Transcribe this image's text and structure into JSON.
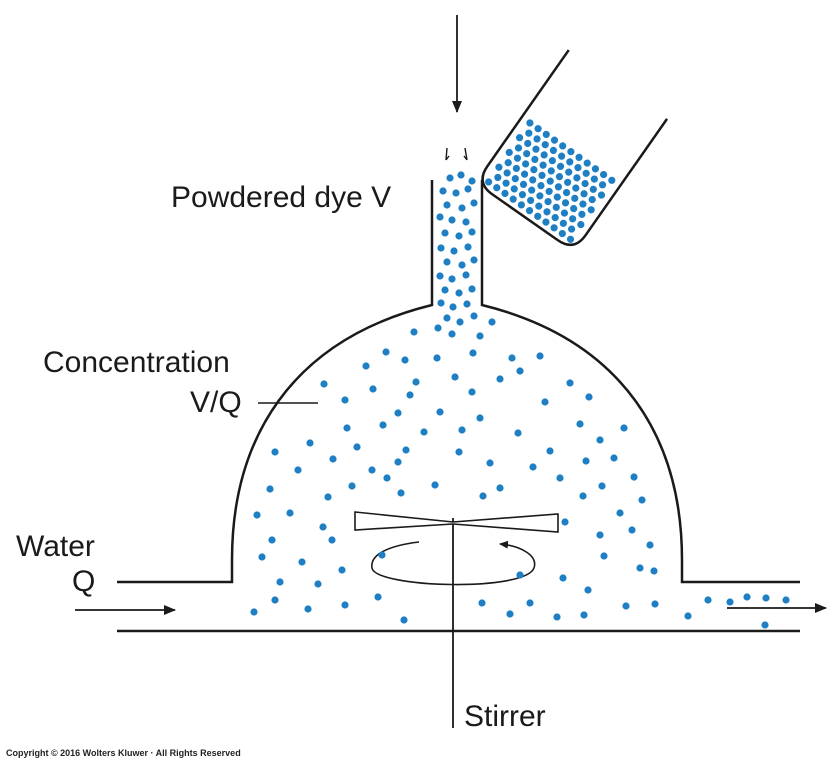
{
  "labels": {
    "powdered_dye": "Powdered dye V",
    "concentration": "Concentration",
    "concentration_ratio": "V/Q",
    "water": "Water",
    "water_flow": "Q",
    "stirrer": "Stirrer"
  },
  "copyright": "Copyright © 2016 Wolters Kluwer · All Rights Reserved",
  "colors": {
    "dye": "#1f7fc4",
    "line": "#1a1a1a"
  }
}
